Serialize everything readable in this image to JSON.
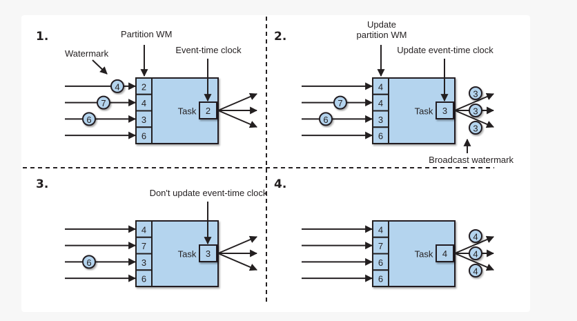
{
  "diagram": {
    "colors": {
      "task_fill": "#b4d4ee",
      "stroke": "#231f20",
      "background": "#ffffff"
    },
    "panels": [
      {
        "number": "1.",
        "task_label": "Task",
        "partitions": [
          "2",
          "4",
          "3",
          "6"
        ],
        "incoming_watermarks": [
          {
            "lane": 0,
            "value": "4"
          },
          {
            "lane": 1,
            "value": "7"
          },
          {
            "lane": 2,
            "value": "6"
          }
        ],
        "clock": "2",
        "broadcast": [],
        "annotations": {
          "watermark": "Watermark",
          "partition": "Partition WM",
          "clock": "Event-time clock"
        }
      },
      {
        "number": "2.",
        "task_label": "Task",
        "partitions": [
          "4",
          "4",
          "3",
          "6"
        ],
        "incoming_watermarks": [
          {
            "lane": 1,
            "value": "7"
          },
          {
            "lane": 2,
            "value": "6"
          }
        ],
        "clock": "3",
        "broadcast": [
          "3",
          "3",
          "3"
        ],
        "annotations": {
          "partition_line1": "Update",
          "partition_line2": "partition WM",
          "clock": "Update event-time clock",
          "broadcast": "Broadcast watermark"
        }
      },
      {
        "number": "3.",
        "task_label": "Task",
        "partitions": [
          "4",
          "7",
          "3",
          "6"
        ],
        "incoming_watermarks": [
          {
            "lane": 2,
            "value": "6"
          }
        ],
        "clock": "3",
        "broadcast": [],
        "annotations": {
          "clock": "Don't update event-time clock"
        }
      },
      {
        "number": "4.",
        "task_label": "Task",
        "partitions": [
          "4",
          "7",
          "6",
          "6"
        ],
        "incoming_watermarks": [],
        "clock": "4",
        "broadcast": [
          "4",
          "4",
          "4"
        ],
        "annotations": {}
      }
    ]
  }
}
